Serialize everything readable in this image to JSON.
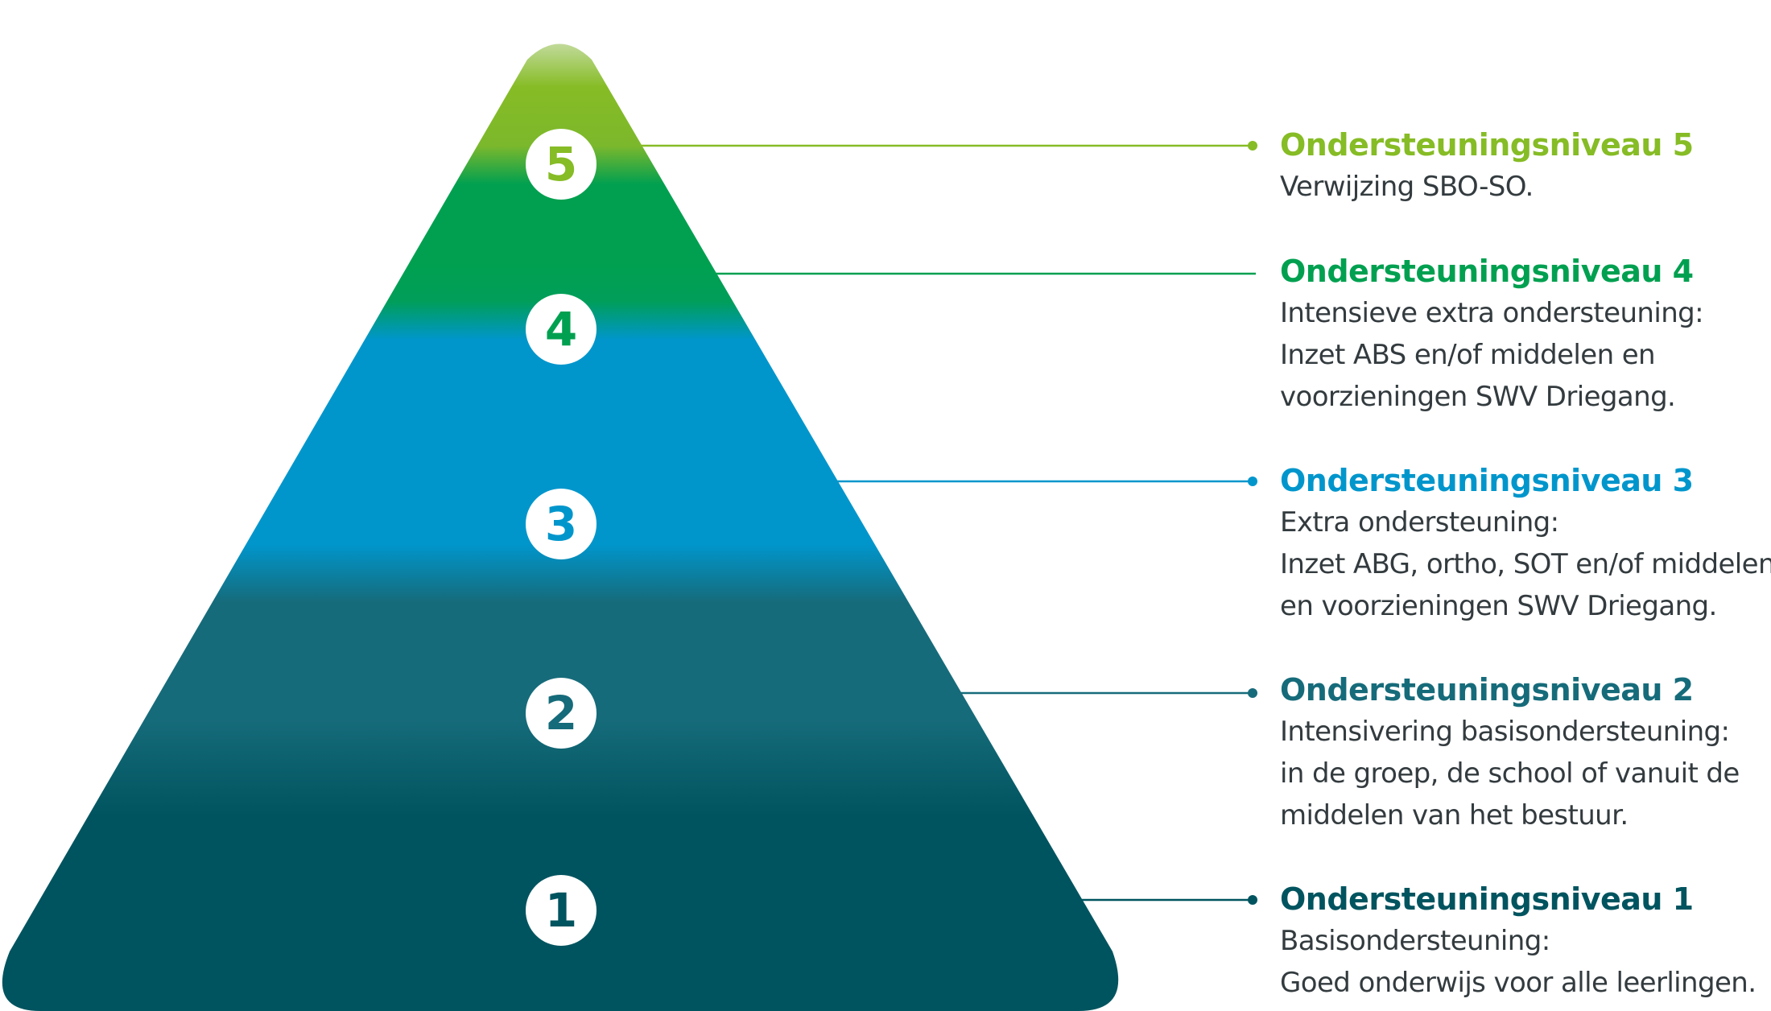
{
  "colors": {
    "level5": "#86bc25",
    "level4": "#00a050",
    "level3": "#0096cc",
    "level2": "#166b7a",
    "level1": "#00545f",
    "text": "#333b3f"
  },
  "levels": [
    {
      "number": "5",
      "title": "Ondersteuningsniveau 5",
      "lines": [
        "Verwijzing SBO-SO."
      ]
    },
    {
      "number": "4",
      "title": "Ondersteuningsniveau 4",
      "lines": [
        "Intensieve extra ondersteuning:",
        "Inzet ABS en/of middelen en",
        "voorzieningen SWV Driegang."
      ]
    },
    {
      "number": "3",
      "title": "Ondersteuningsniveau 3",
      "lines": [
        "Extra ondersteuning:",
        "Inzet ABG, ortho, SOT en/of middelen",
        "en voorzieningen SWV Driegang."
      ]
    },
    {
      "number": "2",
      "title": "Ondersteuningsniveau 2",
      "lines": [
        "Intensivering basisondersteuning:",
        "in de groep, de school of vanuit de",
        "middelen van het bestuur."
      ]
    },
    {
      "number": "1",
      "title": "Ondersteuningsniveau 1",
      "lines": [
        "Basisondersteuning:",
        "Goed onderwijs voor alle leerlingen."
      ]
    }
  ]
}
